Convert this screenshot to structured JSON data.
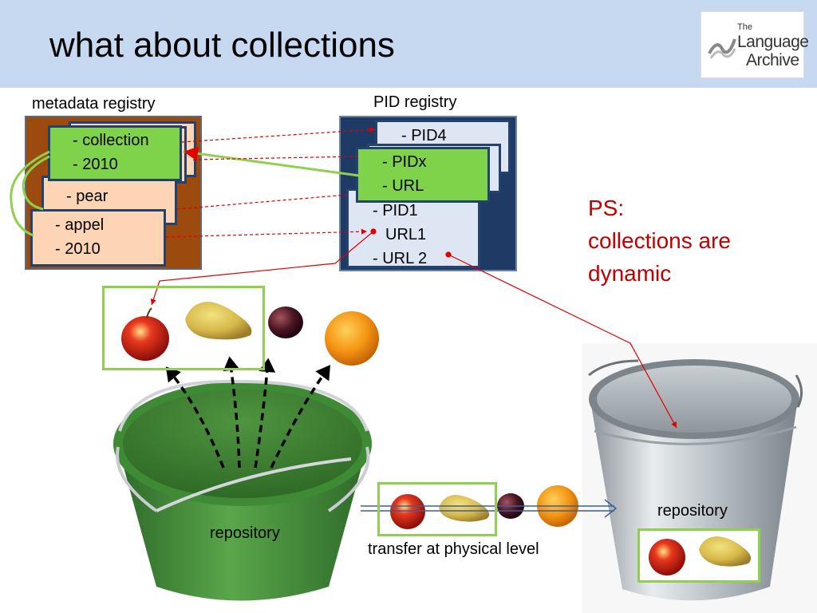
{
  "slide": {
    "title": "what about collections"
  },
  "logo": {
    "line1": "The",
    "line2": "Language",
    "line3": "Archive"
  },
  "metadata_registry": {
    "label": "metadata registry",
    "records": [
      {
        "lines": [
          "- collection",
          "- 2010"
        ]
      },
      {
        "lines": [
          "- pear"
        ]
      },
      {
        "lines": [
          "- appel",
          "- 2010"
        ]
      }
    ]
  },
  "pid_registry": {
    "label": "PID registry",
    "top_record": "- PID4",
    "collection_record": {
      "lines": [
        "- PIDx",
        "- URL"
      ]
    },
    "front_record": {
      "lines": [
        "- PID1",
        "URL1",
        "- URL 2"
      ]
    }
  },
  "note": {
    "lines": [
      "PS:",
      "collections are",
      "dynamic"
    ]
  },
  "repositories": {
    "left_label": "repository",
    "right_label": "repository"
  },
  "transfer": {
    "label": "transfer at physical level"
  },
  "colors": {
    "header_bg": "#c6d9f1",
    "metadata_panel": "#9c4a0e",
    "pid_panel": "#1f3a64",
    "record_peach": "#fdd5b4",
    "record_green": "#7ed34a",
    "collection_border": "#8fd14f",
    "link_red": "#e00000",
    "note_red": "#c00000"
  }
}
